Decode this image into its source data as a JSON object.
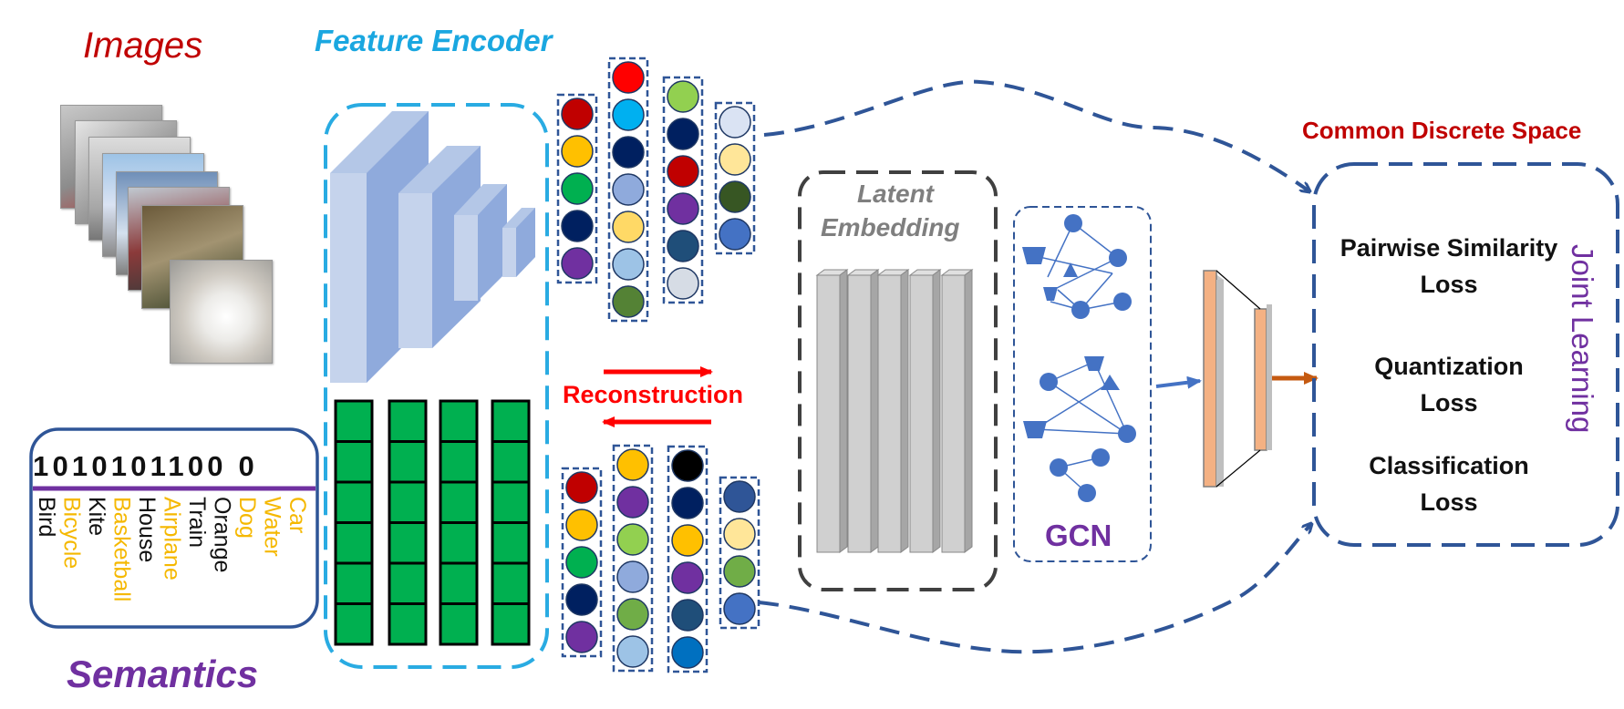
{
  "labels": {
    "images": "Images",
    "feature_encoder": "Feature Encoder",
    "semantics": "Semantics",
    "reconstruction": "Reconstruction",
    "latent_line1": "Latent",
    "latent_line2": "Embedding",
    "gcn": "GCN",
    "common_space": "Common Discrete Space",
    "joint_learning": "Joint Learning"
  },
  "losses": [
    {
      "line1": "Pairwise Similarity",
      "line2": "Loss"
    },
    {
      "line1": "Quantization",
      "line2": "Loss"
    },
    {
      "line1": "Classification",
      "line2": "Loss"
    }
  ],
  "semantic_code": "1010101100 0",
  "semantic_words": [
    "Bird",
    "Bicycle",
    "Kite",
    "Basketball",
    "House",
    "Airplane",
    "Train",
    "Orange",
    "Dog",
    "Water",
    "Car"
  ],
  "semantic_word_colors": [
    "#111111",
    "#f5b800",
    "#111111",
    "#f5b800",
    "#111111",
    "#f5b800",
    "#111111",
    "#111111",
    "#f5b800",
    "#f5b800",
    "#f5b800"
  ],
  "colors": {
    "images_title": "#c00000",
    "encoder_title": "#1aa7e0",
    "semantics_title": "#7030a0",
    "reconstruction": "#ff0000",
    "common_space": "#c00000",
    "joint_learning": "#7030a0",
    "gcn": "#7030a0",
    "latent": "#7f7f7f",
    "dash_blue": "#2f5597",
    "encoder_box": "#29abe2",
    "green_grid": "#00b050",
    "hash_layer": "#f4b183",
    "node_blue": "#4472c4",
    "orange_arrow": "#c55a11"
  },
  "feature_columns_top": [
    [
      "#c00000",
      "#ffc000",
      "#00b050",
      "#002060",
      "#7030a0"
    ],
    [
      "#ff0000",
      "#00b0f0",
      "#002060",
      "#8faadc",
      "#ffd966",
      "#9dc3e6",
      "#548235"
    ],
    [
      "#92d050",
      "#002060",
      "#c00000",
      "#7030a0",
      "#1f4e79",
      "#d6dce5"
    ],
    [
      "#dae3f3",
      "#ffe699",
      "#375623",
      "#4472c4"
    ]
  ],
  "feature_columns_bottom": [
    [
      "#c00000",
      "#ffc000",
      "#00b050",
      "#002060",
      "#7030a0"
    ],
    [
      "#ffc000",
      "#7030a0",
      "#92d050",
      "#8faadc",
      "#70ad47",
      "#9dc3e6"
    ],
    [
      "#000000",
      "#002060",
      "#ffc000",
      "#7030a0",
      "#1f4e79",
      "#0070c0"
    ],
    [
      "#2f5597",
      "#ffe699",
      "#70ad47",
      "#4472c4"
    ]
  ]
}
